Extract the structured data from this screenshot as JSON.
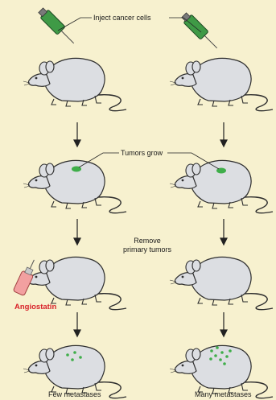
{
  "labels": {
    "inject": "Inject cancer cells",
    "tumors_grow": "Tumors grow",
    "remove_line1": "Remove",
    "remove_line2": "primary tumors",
    "angiostatin": "Angiostatin",
    "few": "Few metastases",
    "many": "Many metastases"
  },
  "colors": {
    "background": "#f7f1cf",
    "mouse_body": "#dcdee2",
    "mouse_outline": "#2e2e2e",
    "syringe_green": "#3f9a46",
    "tumor_green": "#3fae4a",
    "angiostatin_pink": "#f2a0a0",
    "angiostatin_text": "#d8232a"
  },
  "icons": {
    "syringe": "syringe-icon",
    "mouse": "mouse-icon",
    "tumor": "tumor-icon",
    "metastasis": "metastasis-dot-icon",
    "arrow": "arrow-down-icon"
  }
}
